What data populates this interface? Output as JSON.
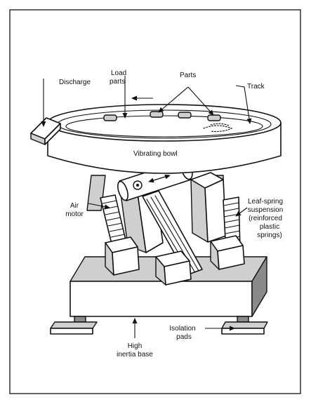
{
  "labels": {
    "discharge": "Discharge",
    "load_parts_line1": "Load",
    "load_parts_line2": "parts",
    "parts": "Parts",
    "track": "Track",
    "vibrating_bowl": "Vibrating bowl",
    "air_motor_line1": "Air",
    "air_motor_line2": "motor",
    "leaf_spring_line1": "Leaf-spring",
    "leaf_spring_line2": "suspension",
    "leaf_spring_line3": "(reinforced",
    "leaf_spring_line4": "plastic",
    "leaf_spring_line5": "springs)",
    "isolation_line1": "Isolation",
    "isolation_line2": "pads",
    "base_line1": "High",
    "base_line2": "inertia base"
  },
  "colors": {
    "line": "#111111",
    "shade": "#cfcfcf",
    "dark_shade": "#8a8a8a",
    "background": "#ffffff"
  }
}
